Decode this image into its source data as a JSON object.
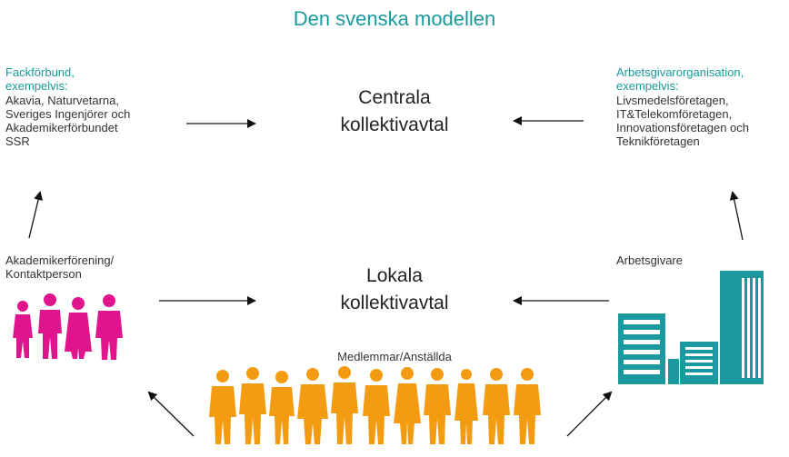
{
  "title": "Den svenska modellen",
  "left_top": {
    "heading_line1": "Fackförbund,",
    "heading_line2": "exempelvis:",
    "lines": [
      "Akavia, Naturvetarna,",
      "Sveriges Ingenjörer och",
      "Akademikerförbundet",
      "SSR"
    ]
  },
  "right_top": {
    "heading_line1": "Arbetsgivarorganisation,",
    "heading_line2": "exempelvis:",
    "lines": [
      "Livsmedelsföretagen,",
      "IT&Telekomföretagen,",
      "Innovationsföretagen och",
      "Teknikföretagen"
    ]
  },
  "center_top": {
    "line1": "Centrala",
    "line2": "kollektivavtal"
  },
  "center_bottom": {
    "line1": "Lokala",
    "line2": "kollektivavtal"
  },
  "left_bottom": {
    "line1": "Akademikerförening/",
    "line2": "Kontaktperson"
  },
  "right_bottom": {
    "label": "Arbetsgivare"
  },
  "members_label": "Medlemmar/Anställda",
  "colors": {
    "teal": "#1a9a9e",
    "magenta": "#e0148c",
    "orange": "#f39c12",
    "text": "#333333"
  }
}
